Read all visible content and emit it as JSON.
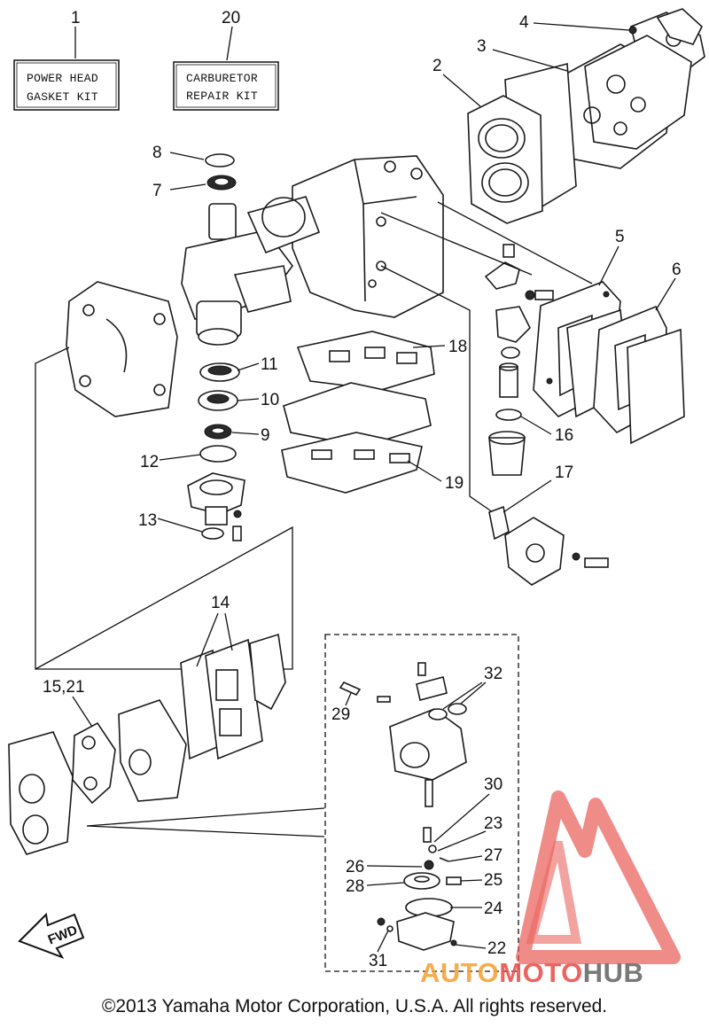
{
  "kits": {
    "power_head": {
      "number": "1",
      "line1": "POWER HEAD",
      "line2": "GASKET KIT"
    },
    "carburetor": {
      "number": "20",
      "line1": "CARBURETOR",
      "line2": "REPAIR KIT"
    }
  },
  "callouts": {
    "c2": "2",
    "c3": "3",
    "c4": "4",
    "c5": "5",
    "c6": "6",
    "c7": "7",
    "c8": "8",
    "c9": "9",
    "c10": "10",
    "c11": "11",
    "c12": "12",
    "c13": "13",
    "c14": "14",
    "c15_21": "15,21",
    "c16": "16",
    "c17": "17",
    "c18": "18",
    "c19": "19",
    "c22": "22",
    "c23": "23",
    "c24": "24",
    "c25": "25",
    "c26": "26",
    "c27": "27",
    "c28": "28",
    "c29": "29",
    "c30": "30",
    "c31": "31",
    "c32": "32"
  },
  "fwd_label": "FWD",
  "watermark": {
    "part1": "AUTO",
    "part2": "MOTO",
    "part3": "HUB",
    "colors": {
      "orange": "#f4a53a",
      "red": "#e8554f",
      "gray": "#6b6b6b"
    }
  },
  "copyright": "©2013 Yamaha Motor Corporation, U.S.A. All rights reserved."
}
